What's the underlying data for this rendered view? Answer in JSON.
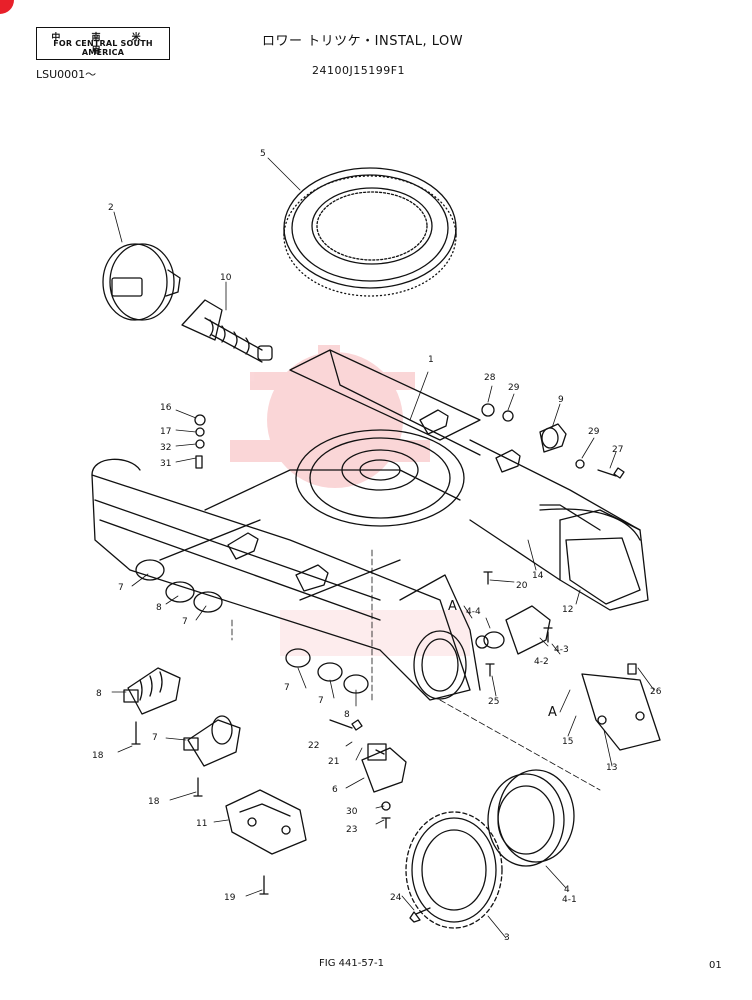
{
  "header": {
    "stamp_cjk": "中 南 米 用",
    "stamp_en": "FOR CENTRAL SOUTH AMERICA",
    "serial": "LSU0001～",
    "title": "ロワー トリツケ・INSTAL, LOW",
    "part_number": "24100J15199F1"
  },
  "footer": {
    "figure": "FIG 441-57-1",
    "page": "01"
  },
  "callouts": [
    "1",
    "2",
    "3",
    "4",
    "4-1",
    "4-2",
    "4-3",
    "4-4",
    "5",
    "6",
    "7",
    "8",
    "9",
    "10",
    "11",
    "12",
    "13",
    "14",
    "15",
    "16",
    "17",
    "18",
    "19",
    "20",
    "21",
    "22",
    "23",
    "24",
    "25",
    "26",
    "27",
    "28",
    "29",
    "30",
    "31",
    "32",
    "A"
  ],
  "colors": {
    "line": "#111111",
    "watermark": "#e8202a"
  }
}
